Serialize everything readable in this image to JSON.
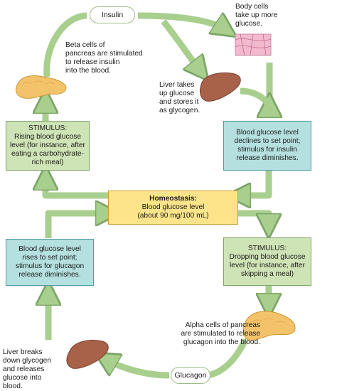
{
  "colors": {
    "arrow_green": "#a8cf8e",
    "arrow_outline": "#7ba566",
    "green_box": "#cfe4b6",
    "teal_box": "#b5e0e0",
    "yellow_box": "#fde48a",
    "liver": "#a8624a",
    "pancreas": "#f3c36b",
    "cells": "#f2b9cf"
  },
  "insulin_label": "Insulin",
  "glucagon_label": "Glucagon",
  "body_cells_text": "Body cells\ntake up more\nglucose.",
  "beta_cells_text": "Beta cells of\npancreas are stimulated\nto release insulin\ninto the blood.",
  "liver_takes_text": "Liver takes\nup glucose\nand stores it\nas glycogen.",
  "stimulus_rising": "STIMULUS:\nRising blood glucose\nlevel (for instance, after\neating a carbohydrate-\nrich meal)",
  "declines_text": "Blood glucose level\ndeclines to set point;\nstimulus for insulin\nrelease diminishes.",
  "homeostasis_title": "Homeostasis:",
  "homeostasis_body": "Blood glucose level\n(about 90 mg/100 mL)",
  "rises_text": "Blood glucose level\nrises to set point;\nstimulus for glucagon\nrelease diminishes.",
  "stimulus_dropping": "STIMULUS:\nDropping blood glucose\nlevel (for instance, after\nskipping a meal)",
  "alpha_cells_text": "Alpha cells of pancreas\nare stimulated to release\nglucagon into the blood.",
  "liver_breaks_text": "Liver breaks\ndown glycogen\nand releases\nglucose into\nblood."
}
